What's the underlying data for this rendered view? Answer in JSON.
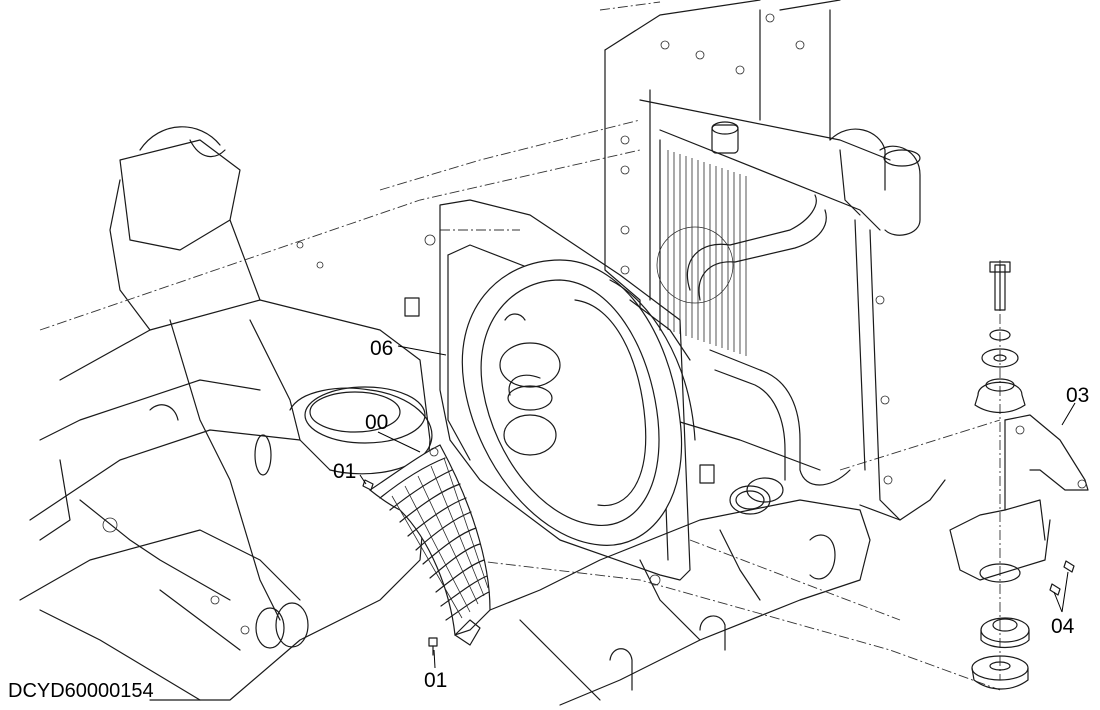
{
  "drawing_code": "DCYD60000154",
  "part_labels": {
    "p00": "00",
    "p01a": "01",
    "p01b": "01",
    "p03": "03",
    "p04": "04",
    "p06": "06"
  },
  "colors": {
    "line": "#1a1a1a",
    "background": "#ffffff"
  }
}
